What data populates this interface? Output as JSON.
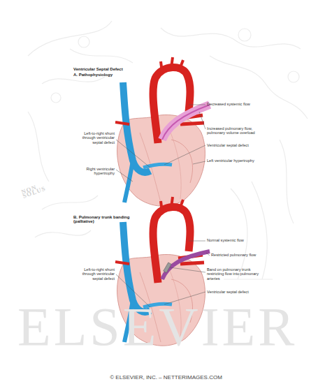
{
  "diagram": {
    "title": "Ventricular Septal Defect",
    "caption": "© ELSEVIER, INC. – NETTERIMAGES.COM",
    "labels": [
      "A. Pathophysiology",
      "Decreased systemic flow",
      "Increased pulmonary flow, pulmonary volume overload",
      "Left-to-right shunt through ventricular septal defect",
      "Ventricular septal defect",
      "Left ventricular hypertrophy",
      "Right ventricular hypertrophy",
      "B. Pulmonary trunk banding (palliative)",
      "Normal systemic flow",
      "Restricted pulmonary flow",
      "Band on pulmonary trunk restricting flow into pulmonary arteries",
      "Left-to-right shunt through ventricular septal defect",
      "Ventricular septal defect",
      "NON SOLUS",
      "ELSEVIER"
    ]
  }
}
